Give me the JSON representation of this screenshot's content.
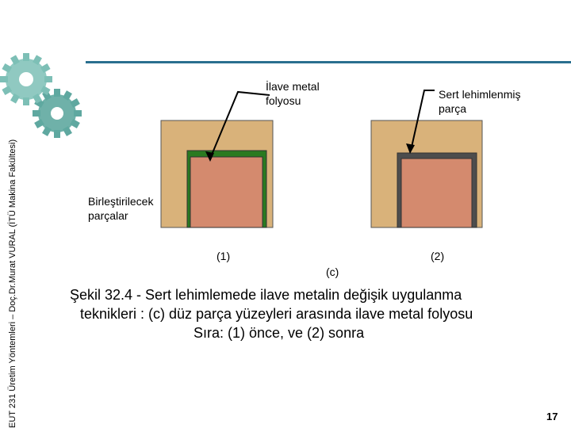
{
  "side_text": "EUT 231 Üretim Yöntemleri – Doç.Dr.Murat VURAL (İTÜ Makina Fakültesi)",
  "colors": {
    "accent_line": "#2a6f8f",
    "gear": "#5fa8a0",
    "outer_block": "#d9b27a",
    "inner_part": "#d48a6e",
    "foil_green": "#2a7a20",
    "foil_gray": "#4d4d4d"
  },
  "labels": {
    "filler_foil": [
      "İlave metal",
      "folyosu"
    ],
    "brazed_part": [
      "Sert lehimlenmiş",
      "parça"
    ],
    "joined_parts": [
      "Birleştirilecek",
      "parçalar"
    ],
    "num1": "(1)",
    "num2": "(2)",
    "letter_c": "(c)"
  },
  "caption": {
    "line1": "Şekil 32.4 ‑ Sert lehimlemede ilave metalin değişik uygulanma",
    "line2": "teknikleri : (c) düz parça yüzeyleri arasında ilave metal folyosu",
    "line3": "Sıra: (1) önce, ve (2) sonra"
  },
  "page_number": "17"
}
